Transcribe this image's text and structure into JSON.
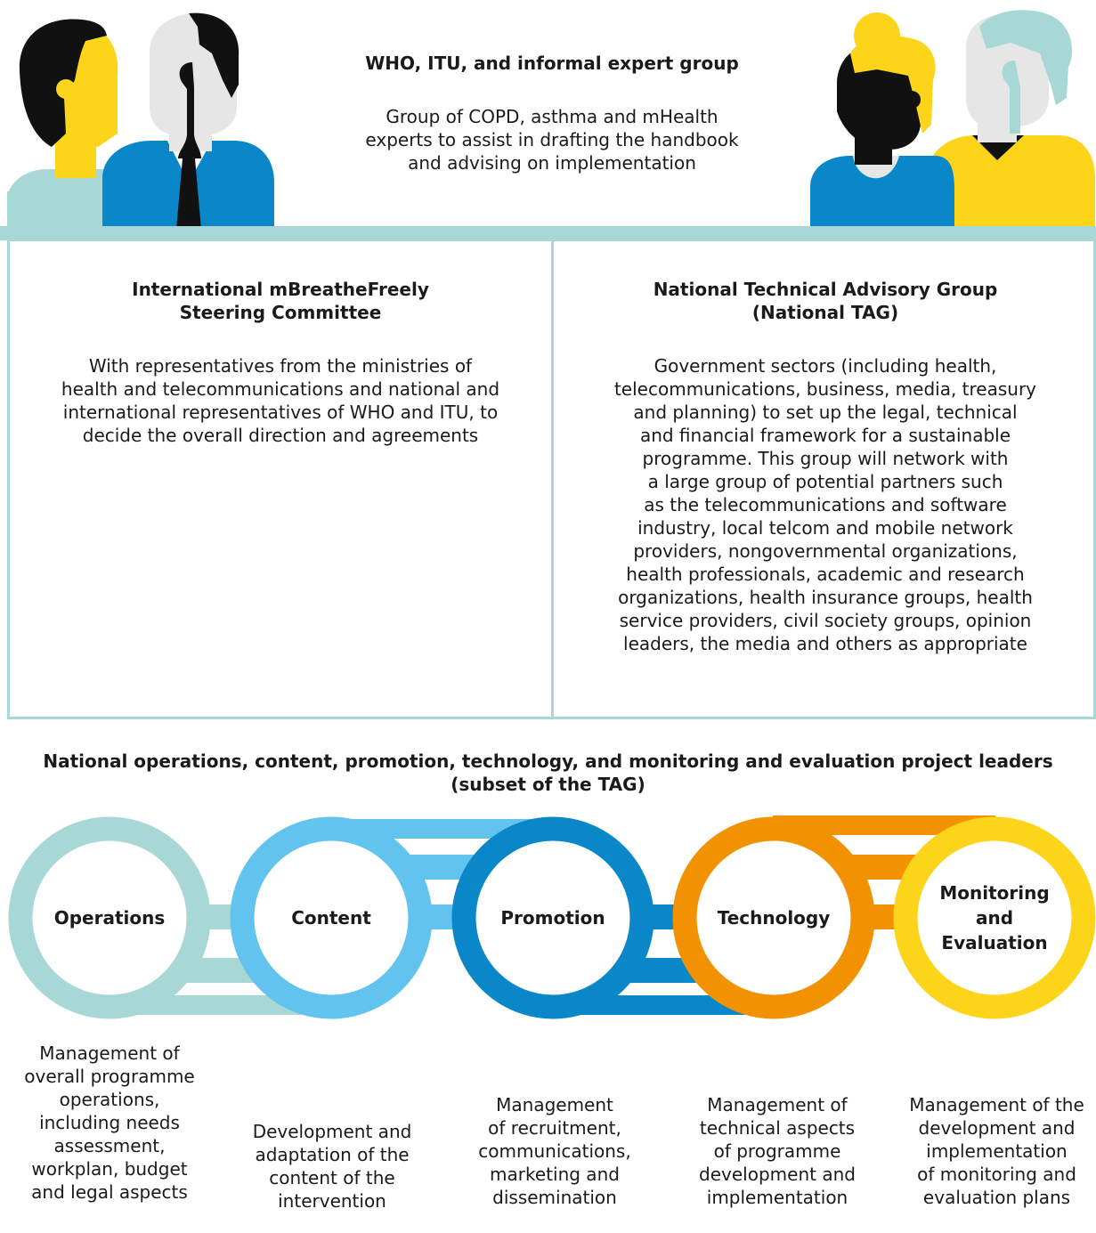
{
  "expert_group": {
    "title": "WHO, ITU, and informal expert group",
    "description": "Group of COPD, asthma and mHealth\nexperts to assist in drafting the handbook\nand advising on implementation"
  },
  "steering_committee": {
    "title": "International mBreatheFreely\nSteering Committee",
    "description": "With representatives from the ministries of\nhealth and telecommunications and national and\ninternational representatives of WHO and ITU, to\ndecide the overall direction and agreements"
  },
  "national_tag": {
    "title": "National Technical Advisory Group\n(National TAG)",
    "description": "Government sectors (including health,\ntelecommunications, business, media, treasury\nand planning) to set up the legal, technical\nand financial framework for a sustainable\nprogramme. This group will network with\na large group of potential partners such\nas the telecommunications and software\nindustry, local telcom and mobile network\nproviders, nongovernmental organizations,\nhealth professionals, academic and research\norganizations, health insurance groups, health\nservice providers, civil society groups, opinion\nleaders, the media and others as appropriate"
  },
  "project_leaders": {
    "title": "National operations, content, promotion, technology, and monitoring and evaluation project leaders\n(subset of the TAG)"
  },
  "roles": [
    {
      "label": "Operations",
      "color": "#a8d8d5",
      "description": "Management of\noverall programme\noperations,\nincluding needs\nassessment,\nworkplan, budget\nand legal aspects"
    },
    {
      "label": "Content",
      "color": "#62c3ee",
      "description": "Development and\nadaptation of the\ncontent of the\nintervention"
    },
    {
      "label": "Promotion",
      "color": "#0a87c9",
      "description": "Management\nof recruitment,\ncommunications,\nmarketing and\ndissemination"
    },
    {
      "label": "Technology",
      "color": "#f39200",
      "description": "Management of\ntechnical aspects\nof programme\ndevelopment and\nimplementation"
    },
    {
      "label": "Monitoring\nand\nEvaluation",
      "color": "#fcd41a",
      "description": "Management of the\ndevelopment and\nimplementation\nof monitoring and\nevaluation plans"
    }
  ],
  "colors": {
    "teal": "#a8d8d5",
    "black": "#111111",
    "yellow": "#fcd41a",
    "blue": "#0a87c9",
    "grey": "#e6e6e6"
  }
}
